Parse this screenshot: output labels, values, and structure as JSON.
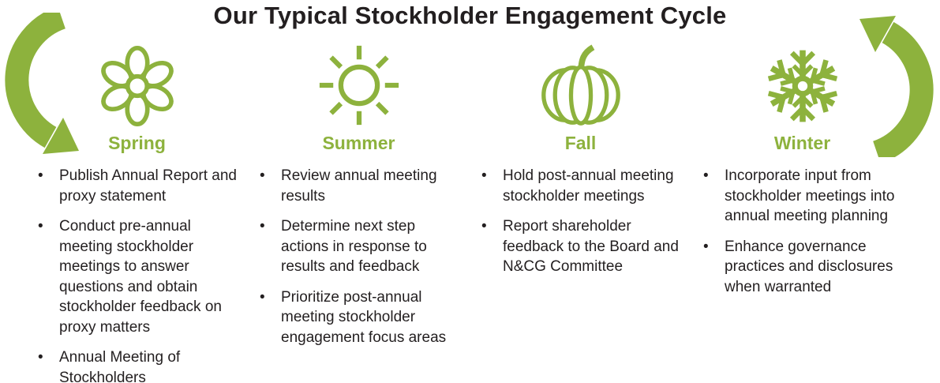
{
  "title": "Our Typical Stockholder Engagement Cycle",
  "bullet_char": "•",
  "colors": {
    "green": "#8DB23D",
    "ink": "#231F20",
    "background": "#FFFFFF"
  },
  "arrows": {
    "left": "cycle-arrow-left",
    "right": "cycle-arrow-right"
  },
  "seasons": [
    {
      "label": "Spring",
      "icon": "flower-icon",
      "bullets": [
        "Publish Annual Report and proxy statement",
        "Conduct pre-annual meeting stockholder meetings to answer questions and obtain stockholder feedback on proxy matters",
        "Annual Meeting of Stockholders"
      ]
    },
    {
      "label": "Summer",
      "icon": "sun-icon",
      "bullets": [
        "Review annual meeting results",
        "Determine next step actions in response to results and feedback",
        "Prioritize post-annual meeting stockholder engagement focus areas"
      ]
    },
    {
      "label": "Fall",
      "icon": "pumpkin-icon",
      "bullets": [
        "Hold post-annual meeting stockholder meetings",
        "Report shareholder feedback to the Board and N&CG Committee"
      ]
    },
    {
      "label": "Winter",
      "icon": "snowflake-icon",
      "bullets": [
        "Incorporate input from stockholder meetings into annual meeting planning",
        "Enhance governance practices and disclosures when warranted"
      ]
    }
  ]
}
